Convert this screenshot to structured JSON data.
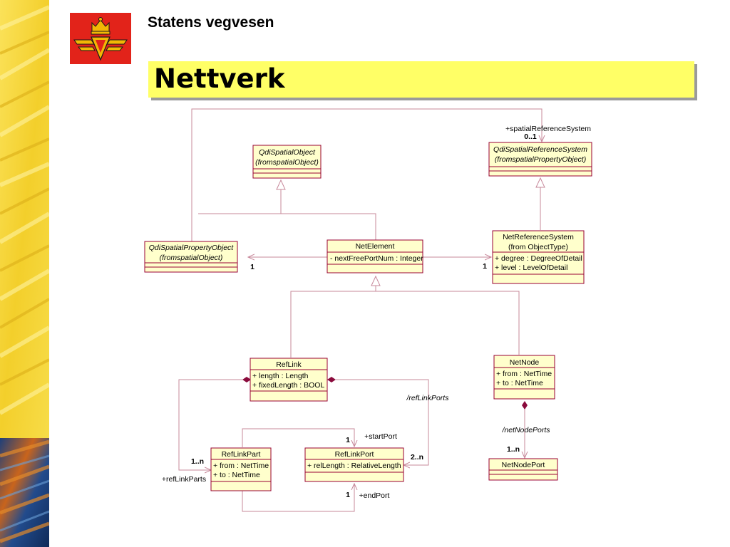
{
  "organization": "Statens vegvesen",
  "slide_title": "Nettverk",
  "colors": {
    "title_bar": "#ffff66",
    "class_fill": "#ffffcc",
    "class_border": "#990033",
    "connector": "#c7889a",
    "logo_red": "#e2231a",
    "logo_gold": "#f2b705"
  },
  "icons": {
    "logo": "norwegian-crown-road-emblem"
  },
  "classes": {
    "qdi_spatial_object": {
      "name": "QdiSpatialObject",
      "stereo": "(fromspatialObject)"
    },
    "qdi_srs": {
      "name": "QdiSpatialReferenceSystem",
      "stereo": "(fromspatialPropertyObject)"
    },
    "qdi_prop": {
      "name": "QdiSpatialPropertyObject",
      "stereo": "(fromspatialObject)"
    },
    "net_element": {
      "name": "NetElement",
      "attrs": [
        "- nextFreePortNum : Integer"
      ]
    },
    "net_ref_sys": {
      "name": "NetReferenceSystem",
      "stereo": "(from ObjectType)",
      "attrs": [
        "+ degree : DegreeOfDetail",
        "+ level : LevelOfDetail"
      ]
    },
    "ref_link": {
      "name": "RefLink",
      "attrs": [
        "+ length : Length",
        "+ fixedLength : BOOL"
      ]
    },
    "net_node": {
      "name": "NetNode",
      "attrs": [
        "+ from : NetTime",
        "+ to : NetTime"
      ]
    },
    "ref_link_part": {
      "name": "RefLinkPart",
      "attrs": [
        "+ from : NetTime",
        "+ to : NetTime"
      ]
    },
    "ref_link_port": {
      "name": "RefLinkPort",
      "attrs": [
        "+ relLength : RelativeLength"
      ]
    },
    "net_node_port": {
      "name": "NetNodePort"
    }
  },
  "labels": {
    "spatial_ref_role": "+spatialReferenceSystem",
    "spatial_ref_mult": "0..1",
    "prop_mult": "1",
    "netref_mult": "1",
    "ref_link_ports": "/refLinkPorts",
    "net_node_ports": "/netNodePorts",
    "start_port_mult": "1",
    "start_port_role": "+startPort",
    "end_port_mult": "1",
    "end_port_role": "+endPort",
    "ports_mult": "2..n",
    "parts_mult": "1..n",
    "parts_role": "+refLinkParts",
    "node_ports_mult": "1..n"
  }
}
